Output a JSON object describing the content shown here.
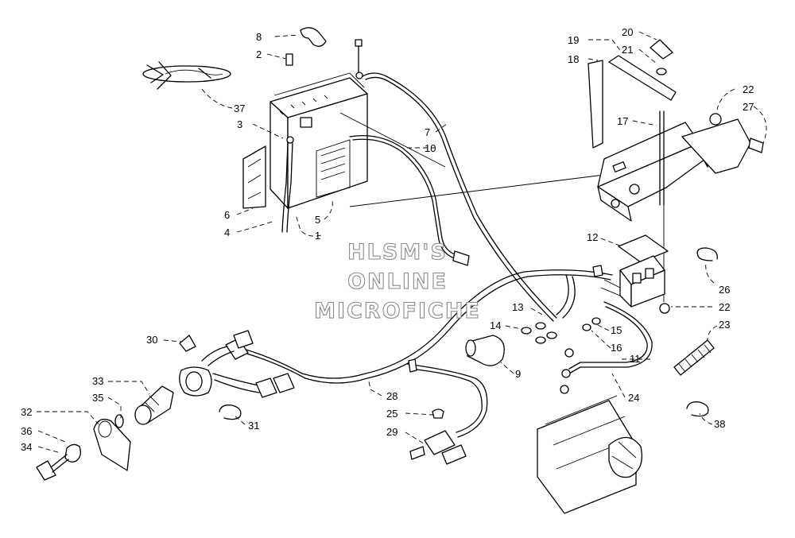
{
  "watermark": {
    "line1": "HLSM'S",
    "line2": "ONLINE",
    "line3": "MICROFICHE"
  },
  "callouts": {
    "c1": "1",
    "c2": "2",
    "c3": "3",
    "c4": "4",
    "c5": "5",
    "c6": "6",
    "c7": "7",
    "c8": "8",
    "c9": "9",
    "c10": "10",
    "c11": "11",
    "c12": "12",
    "c13": "13",
    "c14": "14",
    "c15": "15",
    "c16": "16",
    "c17": "17",
    "c18": "18",
    "c19": "19",
    "c20": "20",
    "c21": "21",
    "c22a": "22",
    "c22b": "22",
    "c23": "23",
    "c24": "24",
    "c25": "25",
    "c26": "26",
    "c27": "27",
    "c28": "28",
    "c29": "29",
    "c30": "30",
    "c31": "31",
    "c32": "32",
    "c33": "33",
    "c34": "34",
    "c35": "35",
    "c36": "36",
    "c37": "37",
    "c38": "38"
  }
}
